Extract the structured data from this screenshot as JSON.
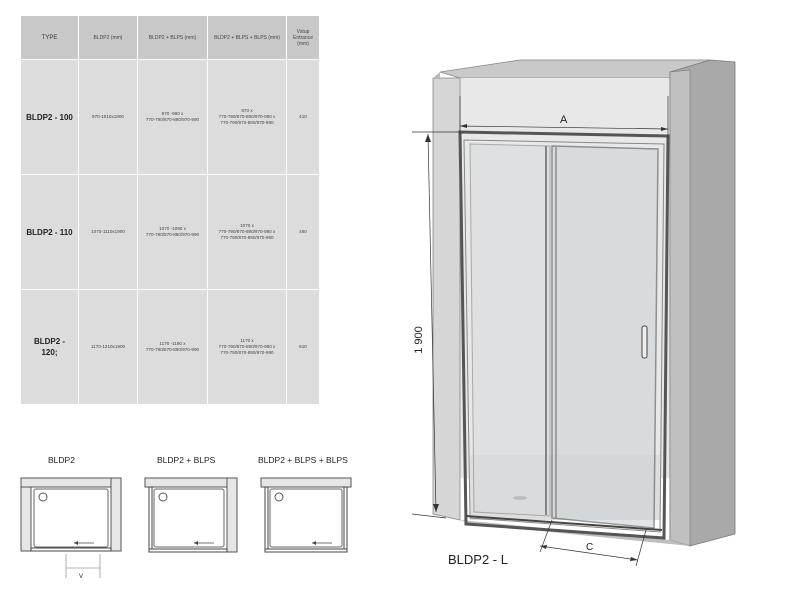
{
  "table": {
    "headers": [
      "TYPE",
      "BLDP2 (mm)",
      "BLDP2 + BLPS (mm)",
      "BLDP2 + BLPS + BLPS (mm)",
      "Vstup\nEntrance\n(mm)"
    ],
    "rows": [
      {
        "type": "BLDP2 - 100",
        "bldp2": "970-1010x1900",
        "blps": [
          "970 -990 x",
          "770-790/870-890/970-990"
        ],
        "blps2": [
          "970 x",
          "770-790/870-890/970-990 x",
          "770-790/870-890/970-990"
        ],
        "entrance": "410"
      },
      {
        "type": "BLDP2 - 110",
        "bldp2": "1070-1110x1900",
        "blps": [
          "1070 -1090 x",
          "770-790/870-890/970-990"
        ],
        "blps2": [
          "1070 x",
          "770-790/870-890/970-990 x",
          "770-790/870-890/970-990"
        ],
        "entrance": "460"
      },
      {
        "type": [
          "BLDP2 -",
          "120;"
        ],
        "bldp2": "1170-1210x1900",
        "blps": [
          "1170 -1190 x",
          "770-790/870-890/970-990"
        ],
        "blps2": [
          "1170 x",
          "770-790/870-890/970-990 x",
          "770-790/870-890/970-990"
        ],
        "entrance": "510"
      }
    ]
  },
  "diagrams": {
    "d1_label": "BLDP2",
    "d2_label": "BLDP2 + BLPS",
    "d3_label": "BLDP2 + BLPS + BLPS",
    "dim_v": "V"
  },
  "render": {
    "dim_a": "A",
    "dim_height": "1 900",
    "dim_c": "C",
    "caption": "BLDP2 - L"
  }
}
